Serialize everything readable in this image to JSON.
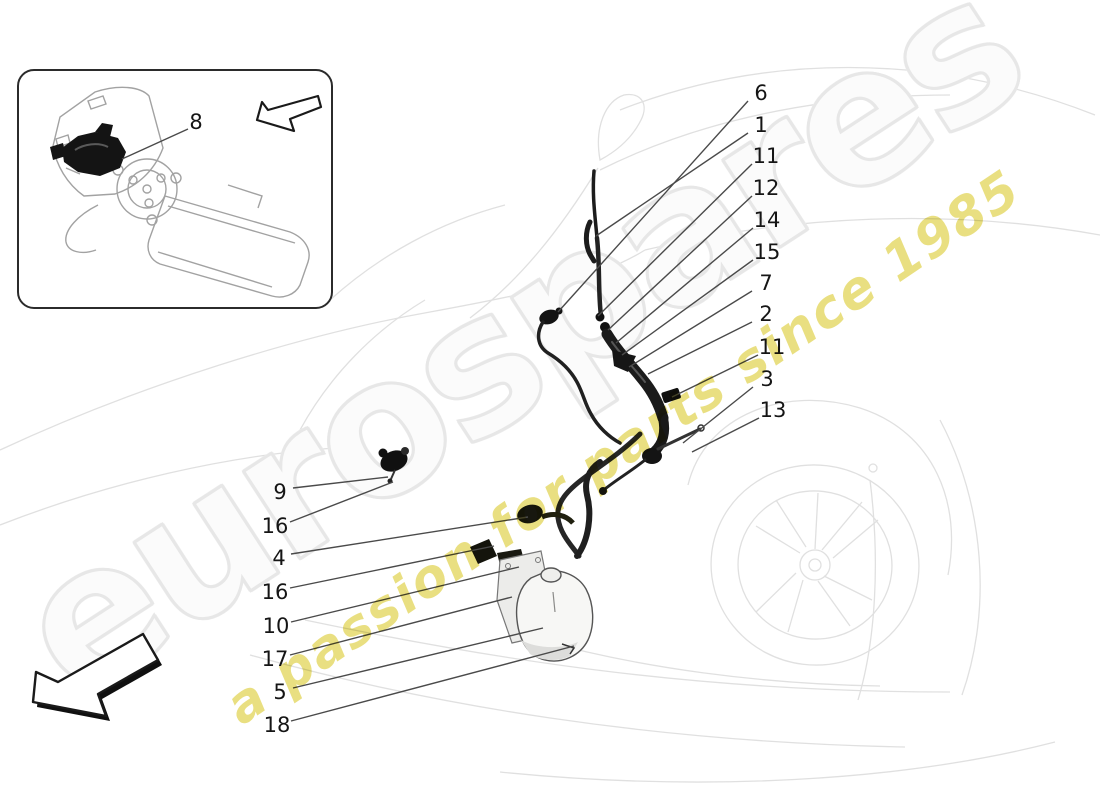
{
  "watermark": {
    "brand": "eurospares",
    "tagline": "a passion for parts since 1985"
  },
  "inset": {
    "callout_label": "8"
  },
  "callouts": {
    "right": [
      {
        "label": "6"
      },
      {
        "label": "1"
      },
      {
        "label": "11"
      },
      {
        "label": "12"
      },
      {
        "label": "14"
      },
      {
        "label": "15"
      },
      {
        "label": "7"
      },
      {
        "label": "2"
      },
      {
        "label": "11"
      },
      {
        "label": "3"
      },
      {
        "label": "13"
      }
    ],
    "left": [
      {
        "label": "9"
      },
      {
        "label": "16"
      },
      {
        "label": "4"
      },
      {
        "label": "16"
      },
      {
        "label": "10"
      },
      {
        "label": "17"
      },
      {
        "label": "5"
      },
      {
        "label": "18"
      }
    ]
  },
  "colors": {
    "tagline_yellow": "#e4d762",
    "brand_gray": "#e7e7e7",
    "car_line_gray": "#e0e0e0",
    "leader_line": "#4a4a4a",
    "part_black": "#161616"
  }
}
